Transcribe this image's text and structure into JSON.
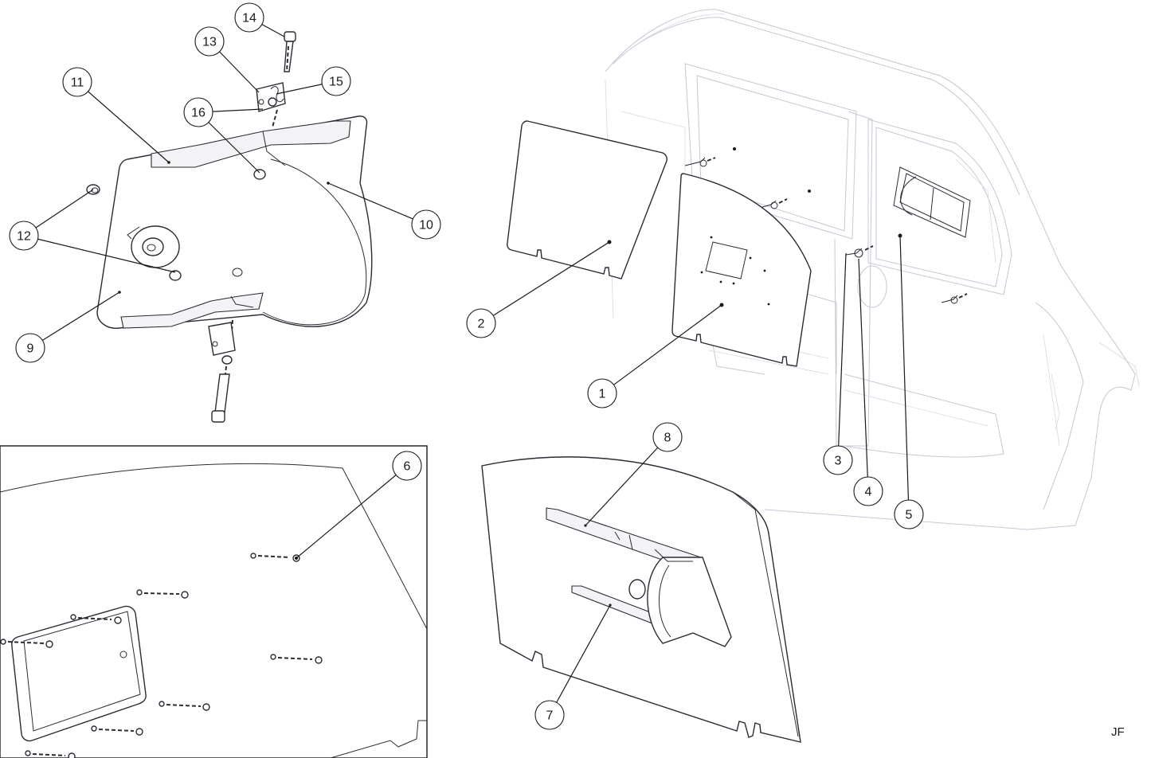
{
  "callouts": [
    {
      "id": "c1",
      "label": "1"
    },
    {
      "id": "c2",
      "label": "2"
    },
    {
      "id": "c3",
      "label": "3"
    },
    {
      "id": "c4",
      "label": "4"
    },
    {
      "id": "c5",
      "label": "5"
    },
    {
      "id": "c6",
      "label": "6"
    },
    {
      "id": "c7",
      "label": "7"
    },
    {
      "id": "c8",
      "label": "8"
    },
    {
      "id": "c9",
      "label": "9"
    },
    {
      "id": "c10",
      "label": "10"
    },
    {
      "id": "c11",
      "label": "11"
    },
    {
      "id": "c12",
      "label": "12"
    },
    {
      "id": "c13",
      "label": "13"
    },
    {
      "id": "c14",
      "label": "14"
    },
    {
      "id": "c15",
      "label": "15"
    },
    {
      "id": "c16",
      "label": "16"
    }
  ],
  "signature": "JF",
  "colors": {
    "line": "#1a1a1a",
    "part_outline": "#2b2b35",
    "vehicle_ghost": "#c4c8d4",
    "background": "#ffffff"
  }
}
